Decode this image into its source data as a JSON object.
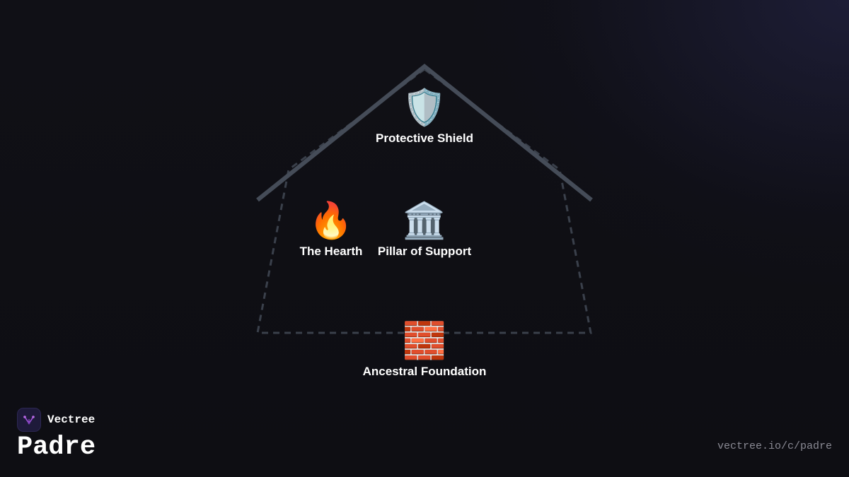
{
  "diagram": {
    "nodes": [
      {
        "id": "shield",
        "icon": "🛡️",
        "icon_name": "shield-icon",
        "label": "Protective Shield"
      },
      {
        "id": "hearth",
        "icon": "🔥",
        "icon_name": "fire-icon",
        "label": "The Hearth"
      },
      {
        "id": "pillar",
        "icon": "🏛️",
        "icon_name": "classical-building-icon",
        "label": "Pillar of Support"
      },
      {
        "id": "foundation",
        "icon": "🧱",
        "icon_name": "brick-icon",
        "label": "Ancestral Foundation"
      }
    ],
    "colors": {
      "roof_line": "#454c58",
      "dashed_outline": "#3a404b"
    }
  },
  "brand": {
    "name": "Vectree",
    "logo_icon": "vectree-logo-icon",
    "accent": "#9b4fd6"
  },
  "page": {
    "title": "Padre",
    "url": "vectree.io/c/padre"
  }
}
